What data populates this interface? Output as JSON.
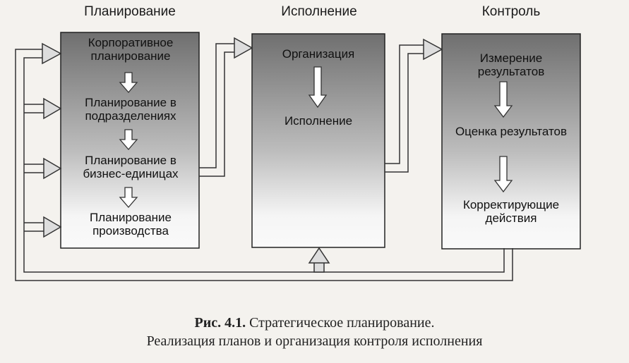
{
  "headers": {
    "planning": "Планирование",
    "execution": "Исполнение",
    "control": "Контроль"
  },
  "planning_box": {
    "items": [
      "Корпоративное планирование",
      "Планирование в подразделениях",
      "Планирование в бизнес-единицах",
      "Планирование производства"
    ]
  },
  "execution_box": {
    "items": [
      "Организация",
      "Исполнение"
    ]
  },
  "control_box": {
    "items": [
      "Измерение результатов",
      "Оценка результатов",
      "Корректирующие действия"
    ]
  },
  "caption": {
    "label": "Рис. 4.1.",
    "line1": "Стратегическое планирование.",
    "line2": "Реализация планов и организация контроля исполнения"
  },
  "colors": {
    "box_top": "#6f6f6f",
    "box_bottom": "#fafafa",
    "frame": "#222222",
    "background": "#f4f2ee"
  }
}
